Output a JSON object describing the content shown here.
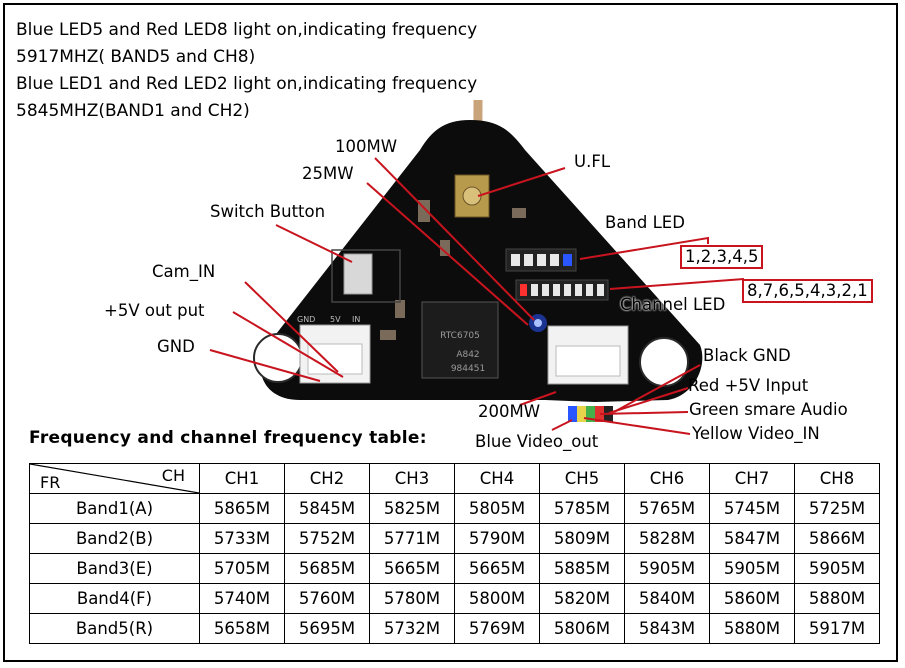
{
  "intro": {
    "line1": "Blue LED5 and Red LED8 light on,indicating frequency",
    "line2": "5917MHZ( BAND5 and CH8)",
    "line3": "Blue LED1 and Red LED2 light on,indicating frequency",
    "line4": "5845MHZ(BAND1 and CH2)"
  },
  "labels": {
    "mw100": "100MW",
    "mw25": "25MW",
    "ufl": "U.FL",
    "switch_button": "Switch Button",
    "band_led": "Band LED",
    "band_led_values": "1,2,3,4,5",
    "cam_in": "Cam_IN",
    "channel_led_values": "8,7,6,5,4,3,2,1",
    "channel_led": "Channel LED",
    "plus5v_out": "+5V out put",
    "gnd": "GND",
    "black_gnd": "Black GND",
    "red_5v": "Red +5V Input",
    "green_audio": "Green smare Audio",
    "mw200": "200MW",
    "yellow_video": "Yellow Video_IN",
    "blue_video_out": "Blue Video_out"
  },
  "pcb": {
    "chip_line1": "RTC6705",
    "chip_line2": "A842",
    "chip_line3": "984451",
    "pad_labels": [
      "GND",
      "5V",
      "IN"
    ]
  },
  "colors": {
    "pcb": "#0c0c0c",
    "callout": "#c8141e",
    "blue_led": "#2a56ff",
    "red_led": "#ff3030"
  },
  "table": {
    "title": "Frequency and channel frequency table:",
    "corner_ch": "CH",
    "corner_fr": "FR",
    "columns": [
      "CH1",
      "CH2",
      "CH3",
      "CH4",
      "CH5",
      "CH6",
      "CH7",
      "CH8"
    ],
    "rows": [
      {
        "band": "Band1(A)",
        "values": [
          "5865M",
          "5845M",
          "5825M",
          "5805M",
          "5785M",
          "5765M",
          "5745M",
          "5725M"
        ]
      },
      {
        "band": "Band2(B)",
        "values": [
          "5733M",
          "5752M",
          "5771M",
          "5790M",
          "5809M",
          "5828M",
          "5847M",
          "5866M"
        ]
      },
      {
        "band": "Band3(E)",
        "values": [
          "5705M",
          "5685M",
          "5665M",
          "5665M",
          "5885M",
          "5905M",
          "5905M",
          "5905M"
        ]
      },
      {
        "band": "Band4(F)",
        "values": [
          "5740M",
          "5760M",
          "5780M",
          "5800M",
          "5820M",
          "5840M",
          "5860M",
          "5880M"
        ]
      },
      {
        "band": "Band5(R)",
        "values": [
          "5658M",
          "5695M",
          "5732M",
          "5769M",
          "5806M",
          "5843M",
          "5880M",
          "5917M"
        ]
      }
    ]
  }
}
